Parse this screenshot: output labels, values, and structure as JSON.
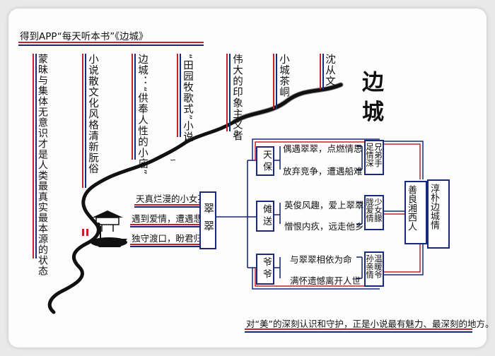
{
  "header": {
    "title": "得到APP“每天听本书”《边城》"
  },
  "book_title": "边城",
  "author_column": "沈从文",
  "column_texts": [
    "蒙昧与集体无意识才是人类最真实最本源的状态",
    "小说散文化风格清新朊俗",
    "边城：“供奉人性的小庙”",
    "“田园牧歌式”小说",
    "伟大的印象主义者",
    "小城茶峒"
  ],
  "cuicui": {
    "label": "翠翠",
    "traits": [
      "天真烂漫的小女孩",
      "遇到爱情，遭遇悲剧",
      "独守渡口，盼君归来"
    ]
  },
  "branches": [
    {
      "label": "天保",
      "lines": [
        "偶遇翠翠，点燃情思",
        "放弃竞争，遭遇船难"
      ],
      "summary": "兄弟手足情深"
    },
    {
      "label": "傩送",
      "lines": [
        "英俊风趣，爱上翠翠",
        "憎恨内疚，远走他乡"
      ],
      "summary": "少女朦胧爱情"
    },
    {
      "label": "爷爷",
      "lines": [
        "与翠翠相依为命",
        "满怀遗憾离开人世"
      ],
      "summary": "温暖爷孙亲情"
    }
  ],
  "right_boxes": {
    "middle": "善良湘西人",
    "right": "淳朴边城情"
  },
  "footer": {
    "text": "对“美”的深刻认识和守护，正是小说最有魅力、最深刻的地方。"
  },
  "colors": {
    "blue": "#1a2a7a",
    "red": "#c8202a",
    "ink": "#111111"
  }
}
